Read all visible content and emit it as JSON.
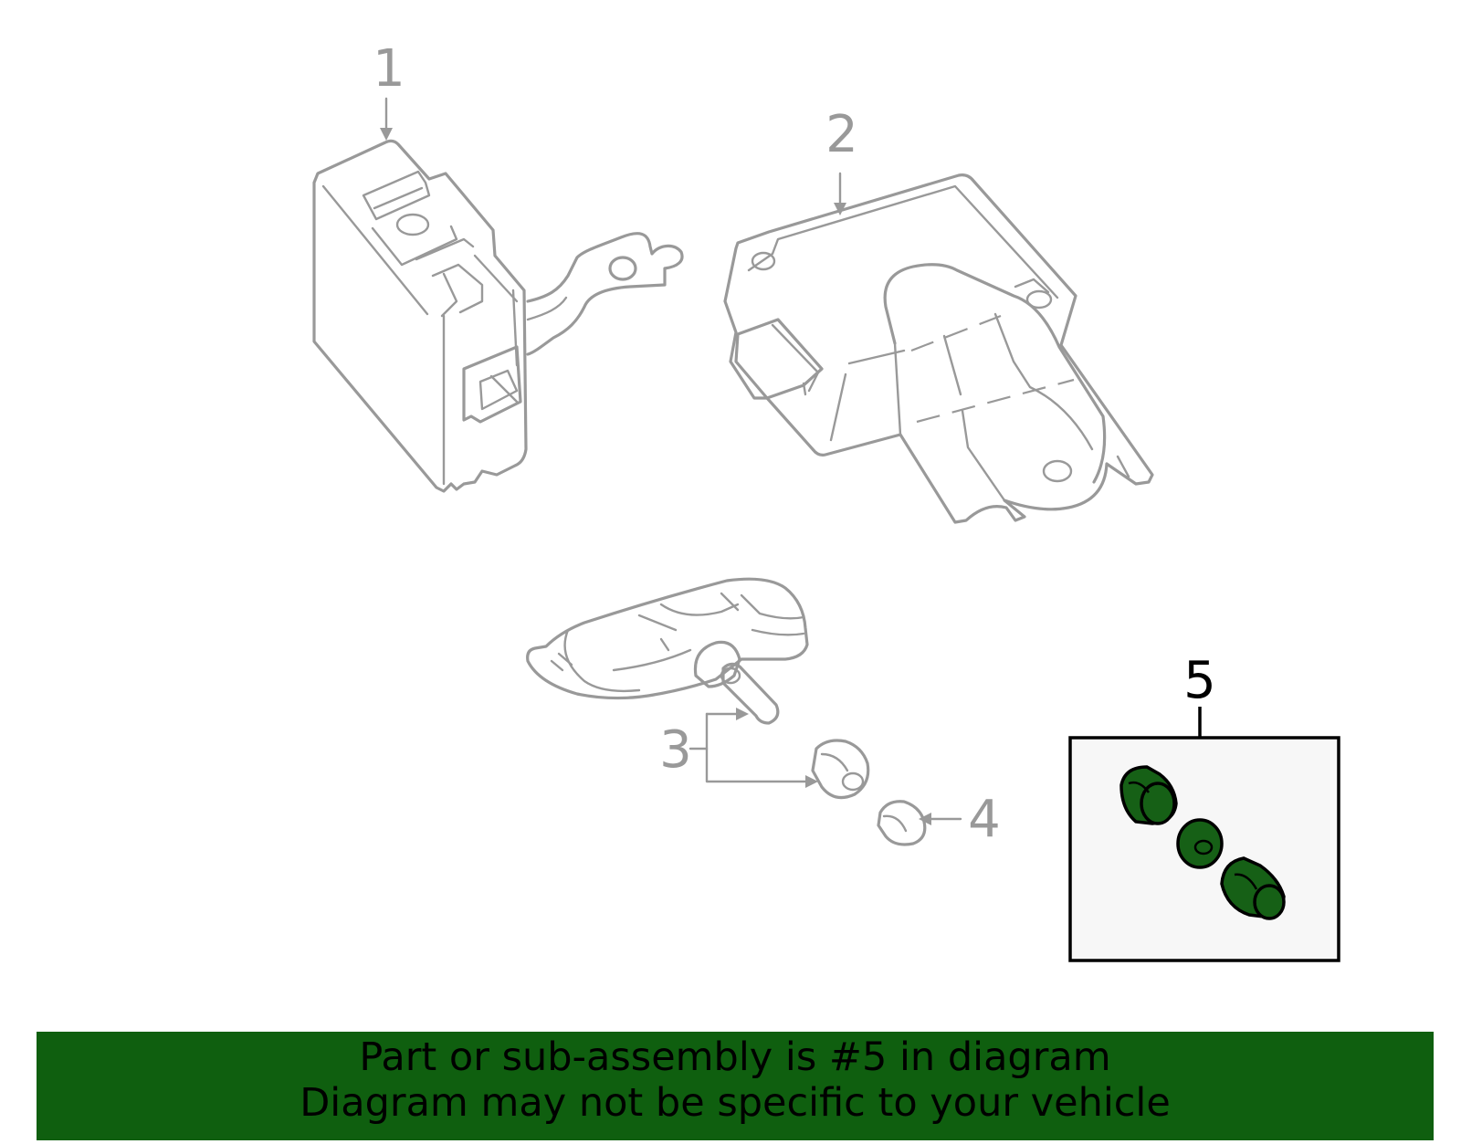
{
  "callouts": {
    "c1": "1",
    "c2": "2",
    "c3": "3",
    "c4": "4",
    "c5": "5"
  },
  "footer": {
    "line1": "Part or sub-assembly is #5 in diagram",
    "line2": "Diagram may not be specific to your vehicle"
  },
  "colors": {
    "banner": "#0f5f0f",
    "highlight_part": "#166016",
    "line_gray": "#999999",
    "kit_box_fill": "#f7f7f7"
  }
}
